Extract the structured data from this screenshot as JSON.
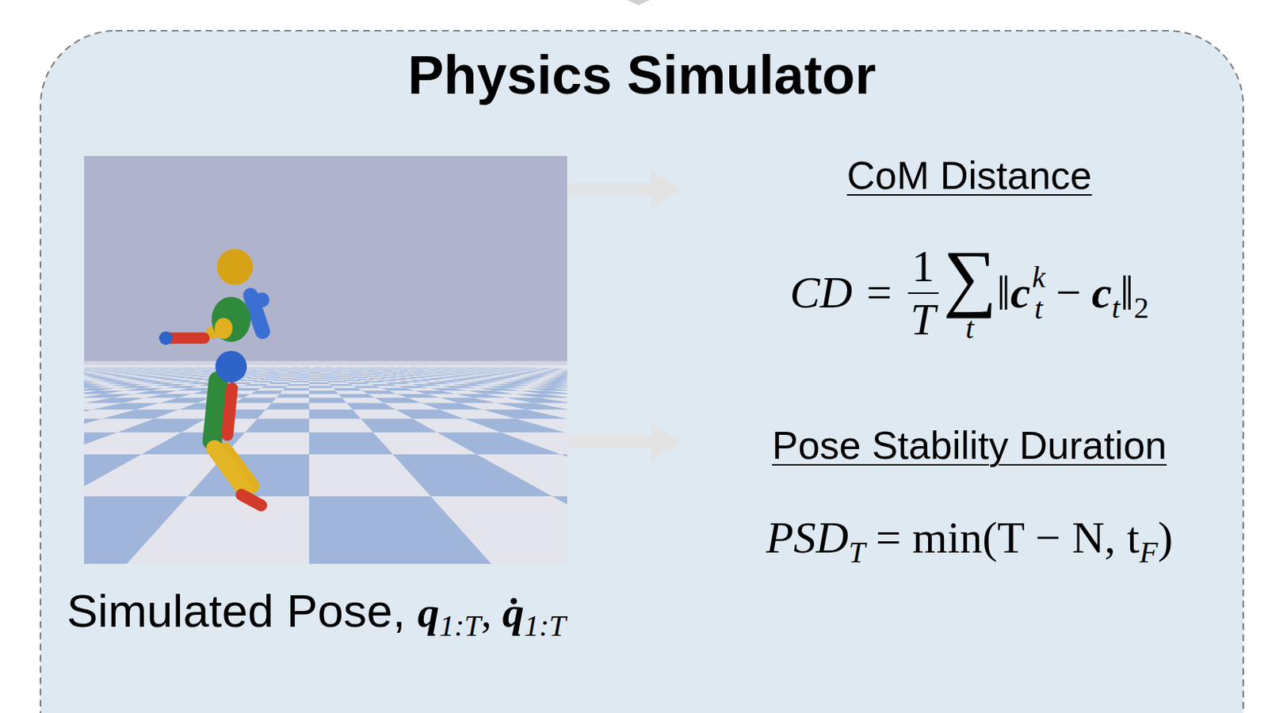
{
  "diagram": {
    "nodes": [
      {
        "text": [
          "Physics Simulator"
        ]
      },
      {
        "text": [
          "Simulated Pose,",
          "q",
          "1:T",
          ",",
          "q̇",
          "1:T"
        ],
        "in": 0
      },
      {
        "text": [
          "CoM Distance",
          "CD =",
          "1",
          "T",
          "∑",
          "t",
          "‖",
          "c",
          "k",
          "t",
          "−",
          "c",
          "t",
          "‖",
          "2"
        ],
        "in": 0
      },
      {
        "text": [
          "Pose Stability Duration",
          "PSD",
          "T",
          "= min(T − N, t",
          "F",
          ")"
        ],
        "in": 0
      }
    ],
    "edges": [
      {
        "from": 1,
        "to": 2,
        "arrow": "to"
      },
      {
        "from": 1,
        "to": 3,
        "arrow": "to"
      }
    ]
  }
}
